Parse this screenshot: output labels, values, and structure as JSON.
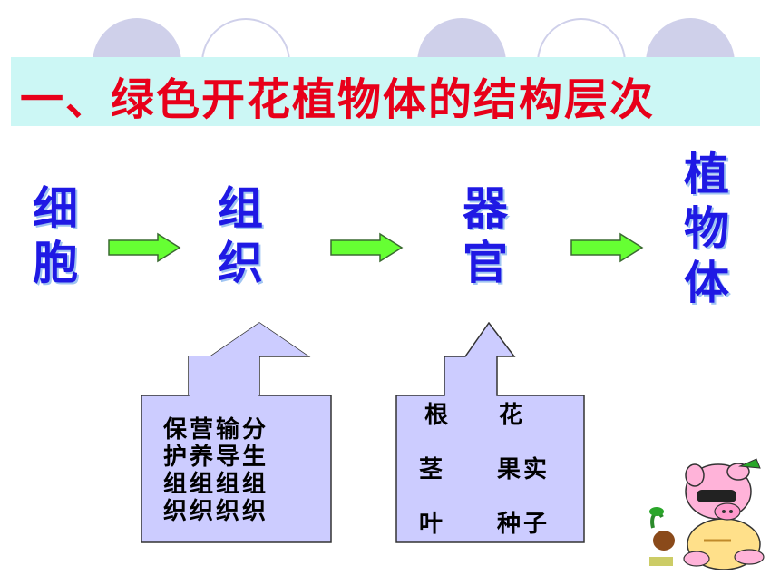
{
  "title": "一、绿色开花植物体的结构层次",
  "levels": {
    "cell": [
      "细",
      "胞"
    ],
    "tissue": [
      "组",
      "织"
    ],
    "organ": [
      "器",
      "官"
    ],
    "plant": [
      "植",
      "物",
      "体"
    ]
  },
  "tissues": {
    "row1": "保营输分",
    "row2": "护养导生",
    "row3": "组组组组",
    "row4": "织织织织"
  },
  "organs": {
    "root": "根",
    "flower": "花",
    "stem": "茎",
    "fruit_seed_label": "果实",
    "leaf": "叶",
    "seed": "种子"
  },
  "colors": {
    "title": "#e8001a",
    "levels": "#1f19e4",
    "arrow_fill": "#66ff33",
    "box_fill": "#ccccff",
    "title_bar": "#ccf7f5"
  }
}
